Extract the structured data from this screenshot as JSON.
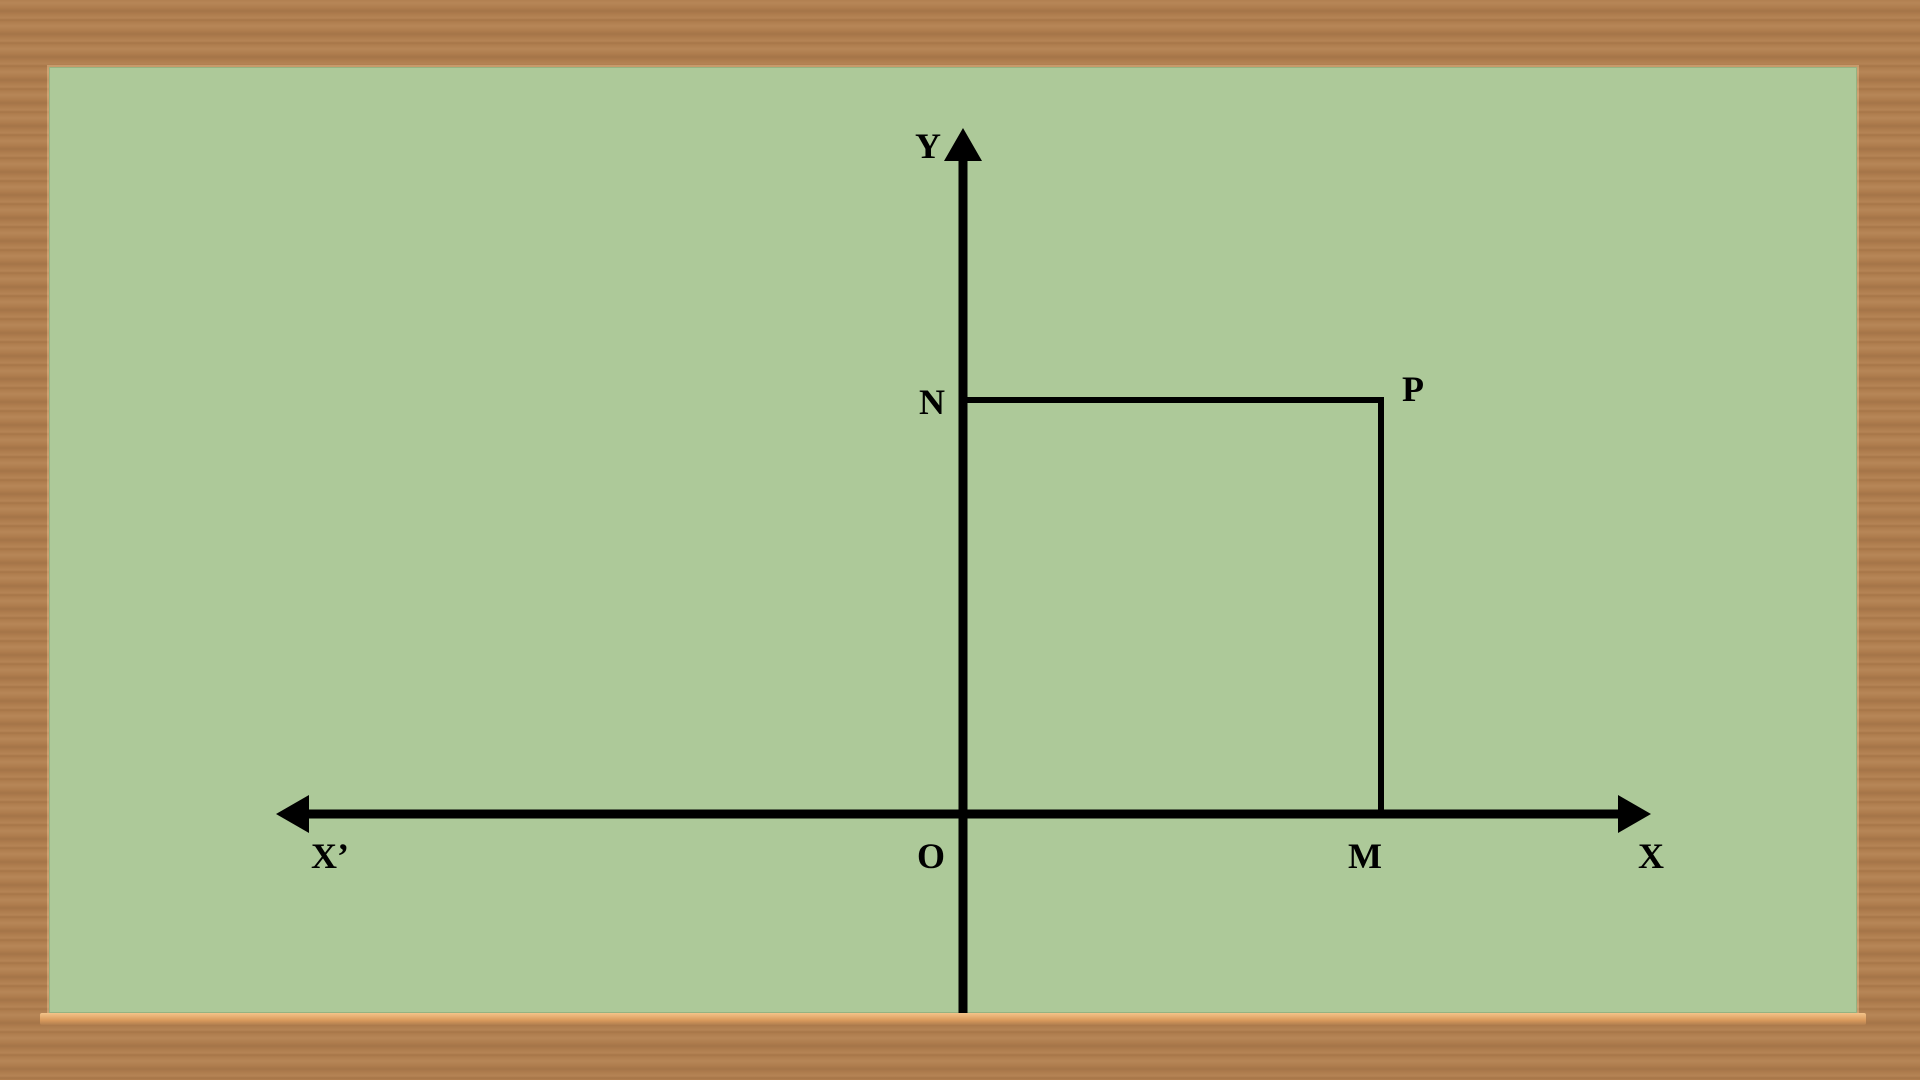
{
  "labels": {
    "y_axis": "Y",
    "x_axis": "X",
    "x_prime": "X’",
    "origin": "O",
    "point_n": "N",
    "point_p": "P",
    "point_m": "M"
  },
  "colors": {
    "board": "#adc999",
    "frame": "#b07e4f",
    "ink": "#000000"
  }
}
